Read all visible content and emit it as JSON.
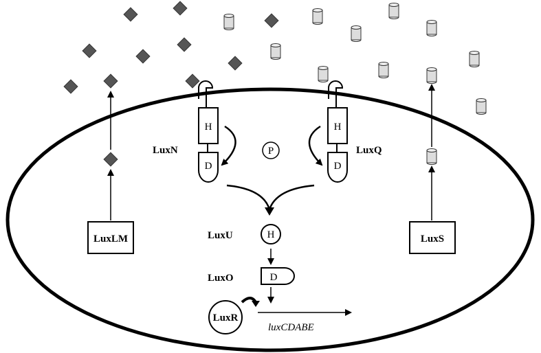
{
  "labels": {
    "luxn": "LuxN",
    "luxq": "LuxQ",
    "luxu": "LuxU",
    "luxo": "LuxO",
    "luxr": "LuxR",
    "luxlm": "LuxLM",
    "luxs": "LuxS",
    "gene": "luxCDABE"
  },
  "domains": {
    "h": "H",
    "d": "D",
    "p": "P"
  },
  "colors": {
    "diamond": "#555555",
    "cylinder": "#dddddd",
    "line": "#000000"
  }
}
